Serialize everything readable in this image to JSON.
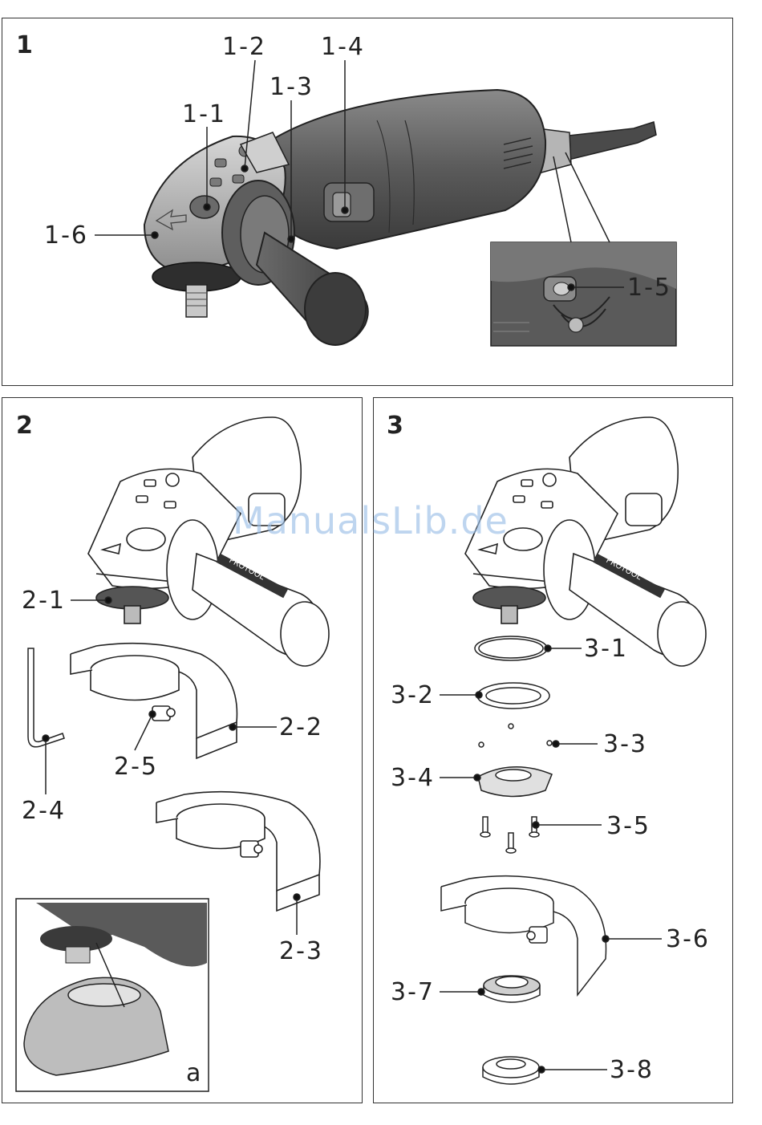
{
  "figure1": {
    "number": "1",
    "callouts": [
      "1-1",
      "1-2",
      "1-3",
      "1-4",
      "1-5",
      "1-6"
    ]
  },
  "figure2": {
    "number": "2",
    "callouts": [
      "2-1",
      "2-2",
      "2-3",
      "2-4",
      "2-5"
    ],
    "inset_letter": "a",
    "handle_brand": "PROTOOL"
  },
  "figure3": {
    "number": "3",
    "callouts": [
      "3-1",
      "3-2",
      "3-3",
      "3-4",
      "3-5",
      "3-6",
      "3-7",
      "3-8"
    ],
    "handle_brand": "PROTOOL"
  },
  "watermark": "ManualsLib.de"
}
